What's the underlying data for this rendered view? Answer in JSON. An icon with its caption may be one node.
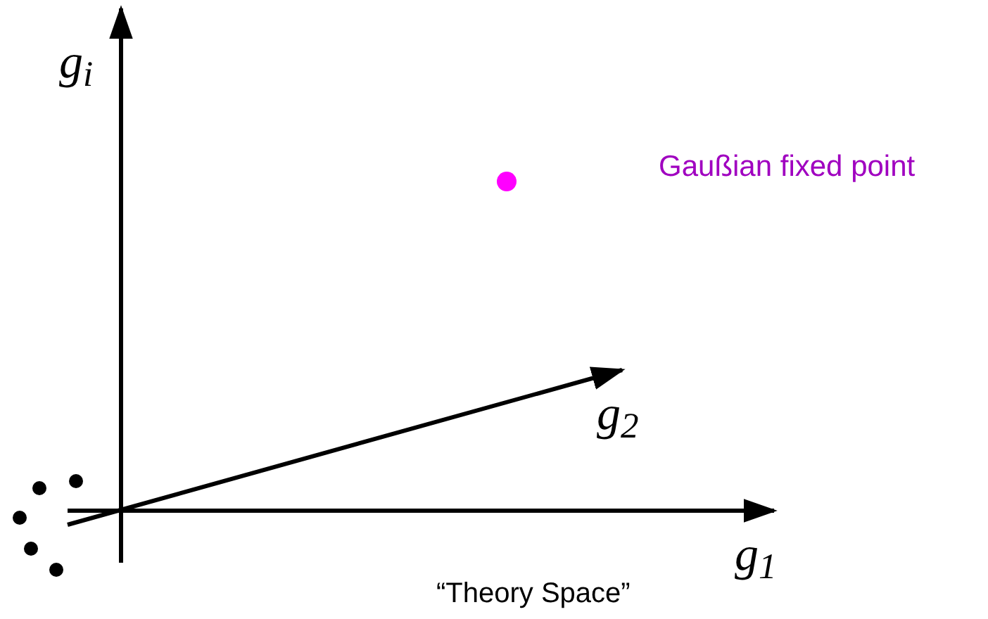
{
  "diagram": {
    "labels": [
      "g$_{i}$",
      "Gaußian fixed point",
      "g$_{2}$",
      "g$_{1}$",
      "“Theory Space”"
    ]
  }
}
